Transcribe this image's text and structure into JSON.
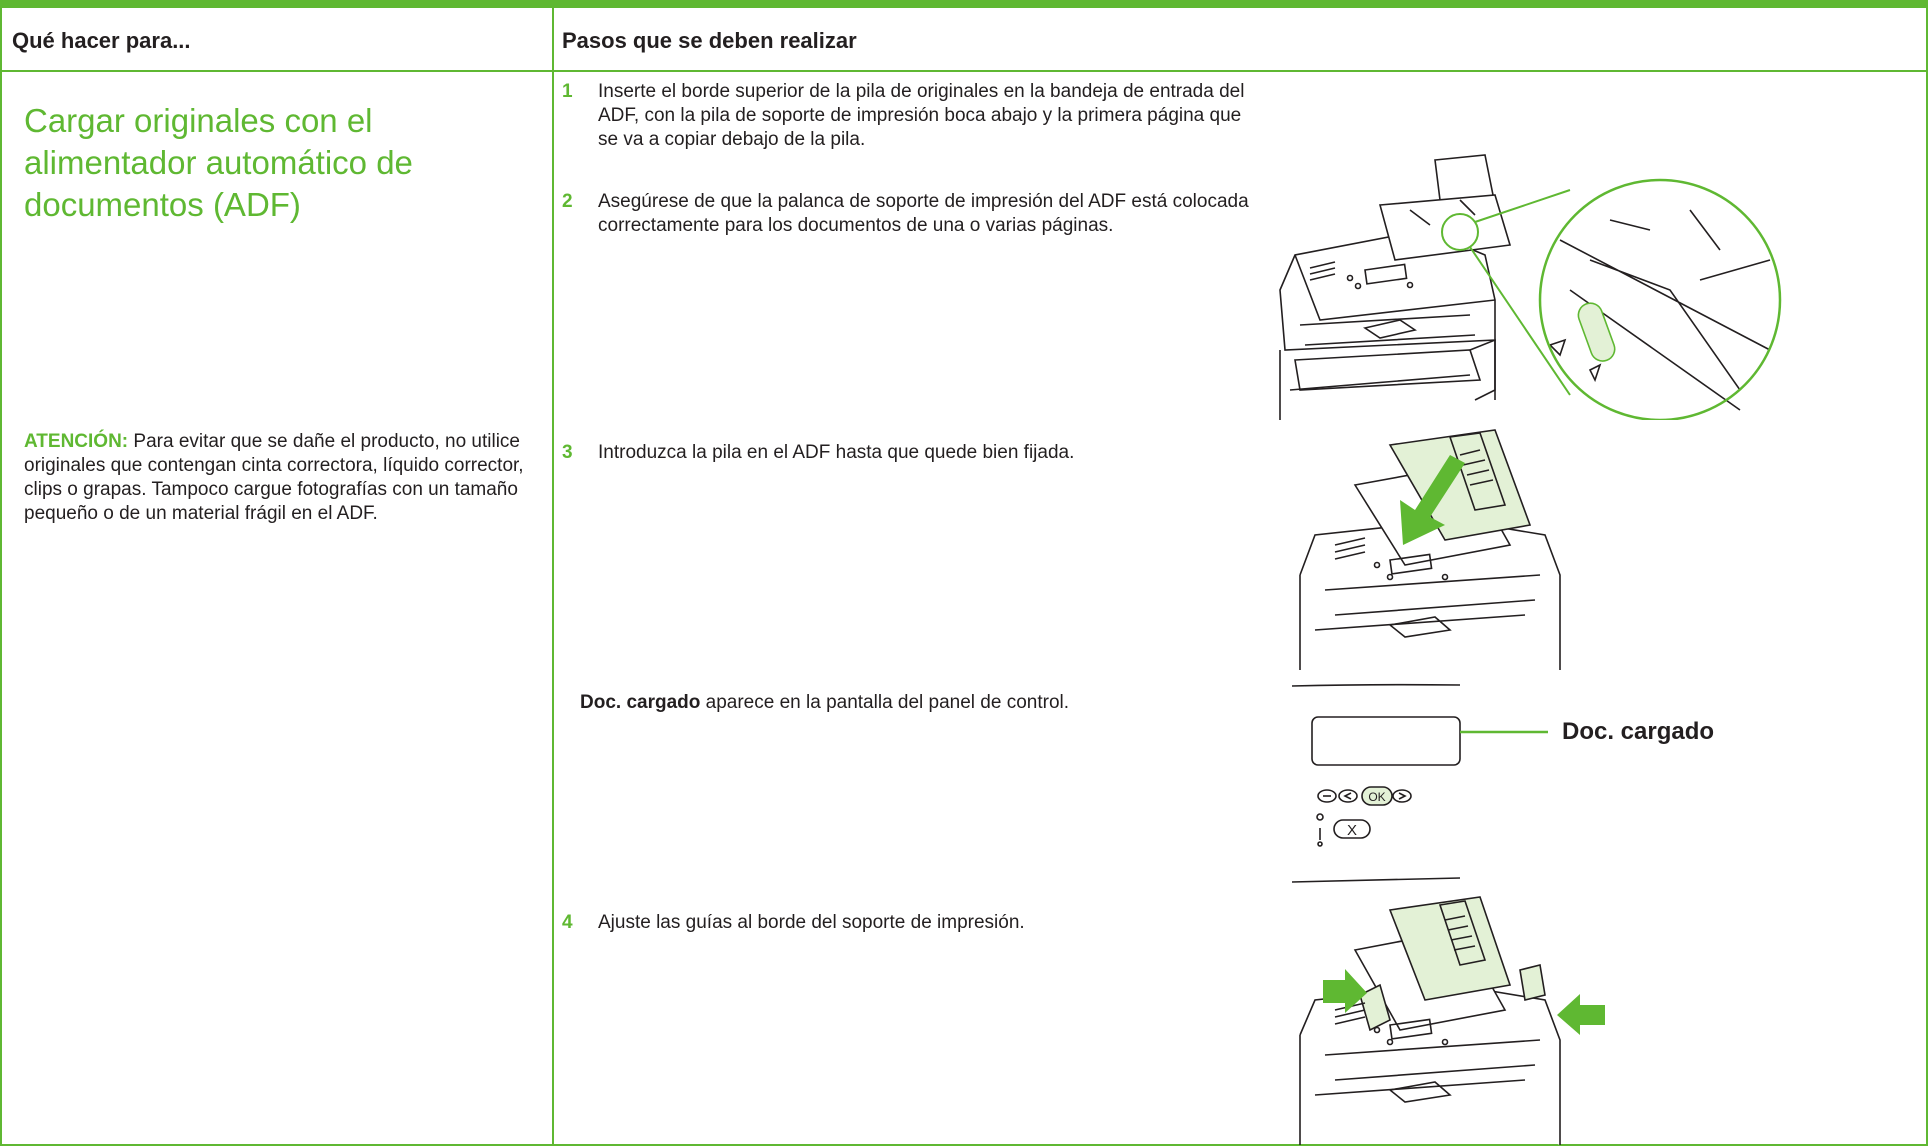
{
  "headers": {
    "col_left": "Qué hacer para...",
    "col_right": "Pasos que se deben realizar"
  },
  "task_title": "Cargar originales con el alimentador automático de documentos (ADF)",
  "caution": {
    "label": "ATENCIÓN:",
    "text": " Para evitar que se dañe el producto, no utilice originales que contengan cinta correctora, líquido corrector, clips o grapas. Tampoco cargue fotografías con un tamaño pequeño o de un material frágil en el ADF."
  },
  "steps": [
    {
      "num": "1",
      "text": "Inserte el borde superior de la pila de originales en la bandeja de entrada del ADF, con la pila de soporte de impresión boca abajo y la primera página que se va a copiar debajo de la pila."
    },
    {
      "num": "2",
      "text": "Asegúrese de que la palanca de soporte de impresión del ADF está colocada correctamente para los documentos de una o varias páginas."
    },
    {
      "num": "3",
      "text": "Introduzca la pila en el ADF hasta que quede bien fijada."
    },
    {
      "num": "4",
      "text": "Ajuste las guías al borde del soporte de impresión."
    }
  ],
  "note": {
    "bold": "Doc. cargado",
    "text": " aparece en la pantalla del panel de control."
  },
  "control_panel": {
    "callout": "Doc. cargado",
    "ok_label": "OK",
    "cancel_label": "X"
  },
  "colors": {
    "accent": "#5fb832",
    "paper": "#e3f1d6",
    "text": "#231f20"
  }
}
